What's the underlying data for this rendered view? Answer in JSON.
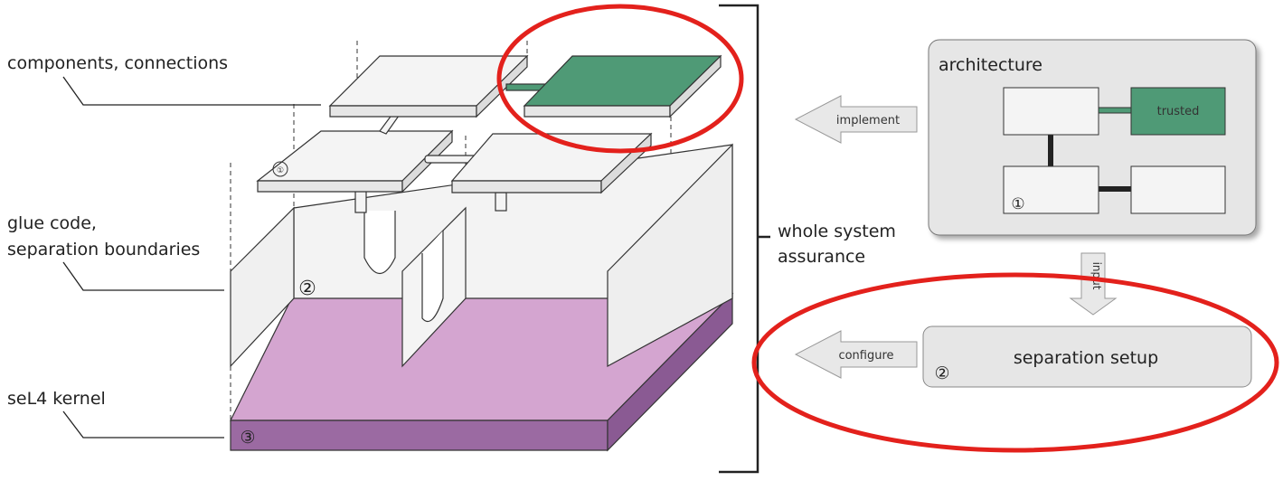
{
  "labels": {
    "components": "components, connections",
    "glue_line1": "glue code,",
    "glue_line2": "separation boundaries",
    "kernel": "seL4 kernel",
    "assurance_line1": "whole system",
    "assurance_line2": "assurance"
  },
  "architecture": {
    "title": "architecture",
    "trusted": "trusted",
    "marker": "①"
  },
  "separation": {
    "title": "separation setup",
    "marker": "②"
  },
  "arrows": {
    "implement": "implement",
    "configure": "configure",
    "input": "input"
  },
  "markers": {
    "one": "①",
    "two": "②",
    "three": "③"
  },
  "colors": {
    "trusted_green": "#4f9a76",
    "kernel_top": "#d4a5d0",
    "kernel_side": "#9b6aa2",
    "highlight_red": "#e3211c",
    "panel_gray": "#e6e6e6"
  }
}
